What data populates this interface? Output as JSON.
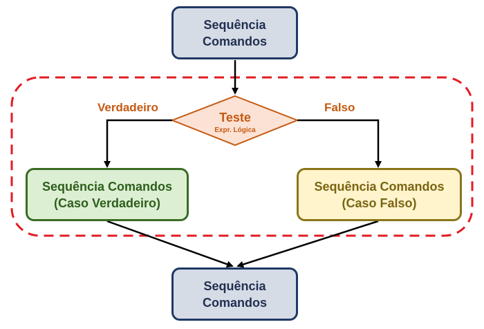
{
  "diagram": {
    "top_box": {
      "text": "Sequência\nComandos"
    },
    "decision": {
      "title": "Teste",
      "subtitle": "Expr. Lógica"
    },
    "true_branch": {
      "label": "Verdadeiro",
      "box_text": "Sequência Comandos\n(Caso Verdadeiro)"
    },
    "false_branch": {
      "label": "Falso",
      "box_text": "Sequência Comandos\n(Caso Falso)"
    },
    "bottom_box": {
      "text": "Sequência\nComandos"
    }
  },
  "colors": {
    "dashed_region": "#e31b23",
    "decision_fill": "#fbe2d5",
    "decision_border": "#c55a11",
    "arrows": "#000000"
  }
}
